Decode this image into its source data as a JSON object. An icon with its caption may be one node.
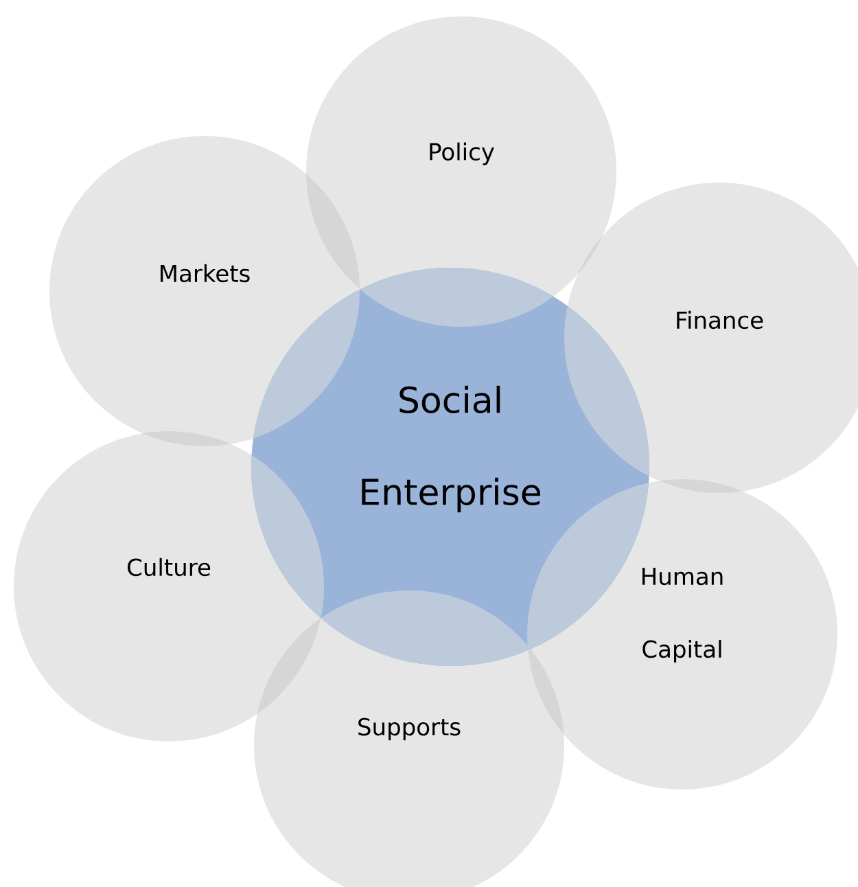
{
  "diagram": {
    "nodes": [
      {
        "text": [
          "Policy"
        ]
      },
      {
        "text": [
          "Markets"
        ]
      },
      {
        "text": [
          "Finance"
        ]
      },
      {
        "text": [
          "Social Enterprise"
        ]
      },
      {
        "text": [
          "Culture"
        ]
      },
      {
        "text": [
          "Human Capital"
        ]
      },
      {
        "text": [
          "Supports"
        ]
      }
    ]
  }
}
